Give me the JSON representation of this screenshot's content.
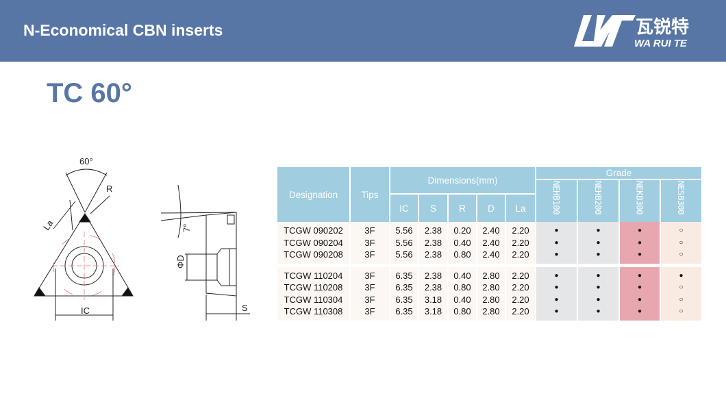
{
  "header": {
    "title": "N-Economical CBN inserts",
    "logo_text": "瓦锐特",
    "logo_sub": "WA RUI TE"
  },
  "page_title": "TC 60°",
  "diagram": {
    "angle_label": "60°",
    "r_label": "R",
    "la_label": "La",
    "ic_label": "IC",
    "clearance_label": "7°",
    "d_label": "ΦD",
    "s_label": "S"
  },
  "table": {
    "headers": {
      "designation": "Designation",
      "tips": "Tips",
      "dimensions": "Dimensions(mm)",
      "grade": "Grade",
      "dims": [
        "IC",
        "S",
        "R",
        "D",
        "La"
      ],
      "grades": [
        "NEHB100",
        "NEHB200",
        "NEKB300",
        "NESB300"
      ]
    },
    "groups": [
      [
        {
          "designation": "TCGW 090202",
          "tips": "3F",
          "dims": [
            "5.56",
            "2.38",
            "0.20",
            "2.40",
            "2.20"
          ],
          "grades": [
            "●",
            "●",
            "●",
            "○"
          ]
        },
        {
          "designation": "TCGW 090204",
          "tips": "3F",
          "dims": [
            "5.56",
            "2.38",
            "0.40",
            "2.40",
            "2.20"
          ],
          "grades": [
            "●",
            "●",
            "●",
            "○"
          ]
        },
        {
          "designation": "TCGW 090208",
          "tips": "3F",
          "dims": [
            "5.56",
            "2.38",
            "0.80",
            "2.40",
            "2.20"
          ],
          "grades": [
            "●",
            "●",
            "●",
            "○"
          ]
        }
      ],
      [
        {
          "designation": "TCGW 110204",
          "tips": "3F",
          "dims": [
            "6.35",
            "2.38",
            "0.40",
            "2.80",
            "2.20"
          ],
          "grades": [
            "●",
            "●",
            "●",
            "●"
          ]
        },
        {
          "designation": "TCGW 110208",
          "tips": "3F",
          "dims": [
            "6.35",
            "2.38",
            "0.80",
            "2.80",
            "2.20"
          ],
          "grades": [
            "●",
            "●",
            "●",
            "○"
          ]
        },
        {
          "designation": "TCGW 110304",
          "tips": "3F",
          "dims": [
            "6.35",
            "3.18",
            "0.40",
            "2.80",
            "2.20"
          ],
          "grades": [
            "●",
            "●",
            "●",
            "○"
          ]
        },
        {
          "designation": "TCGW 110308",
          "tips": "3F",
          "dims": [
            "6.35",
            "3.18",
            "0.80",
            "2.80",
            "2.20"
          ],
          "grades": [
            "●",
            "●",
            "●",
            "○"
          ]
        }
      ]
    ]
  }
}
